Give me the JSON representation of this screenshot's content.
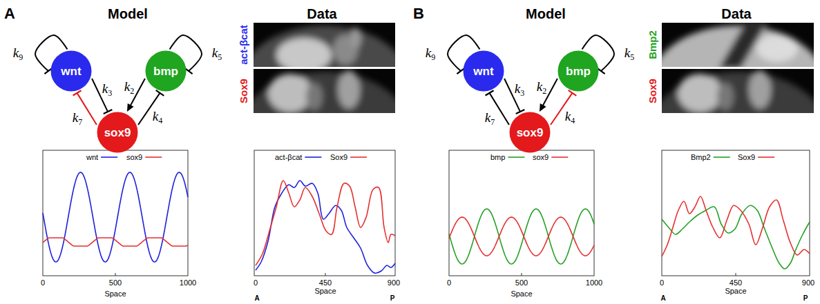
{
  "diagram": {
    "nodes": [
      {
        "text": [
          "wnt"
        ]
      },
      {
        "text": [
          "bmp"
        ]
      },
      {
        "text": [
          "sox9"
        ]
      },
      {
        "text": [
          "wnt"
        ]
      },
      {
        "text": [
          "bmp"
        ]
      },
      {
        "text": [
          "sox9"
        ]
      }
    ],
    "edges": [
      {
        "from": 0,
        "to": 0,
        "arrow": "to",
        "label": "k9"
      },
      {
        "from": 1,
        "to": 1,
        "arrow": "to",
        "label": "k5"
      },
      {
        "from": 0,
        "to": 2,
        "arrow": "to",
        "label": "k3"
      },
      {
        "from": 1,
        "to": 2,
        "arrow": "to",
        "label": "k2"
      },
      {
        "from": 2,
        "to": 0,
        "arrow": "to",
        "label": "k7"
      },
      {
        "from": 2,
        "to": 1,
        "arrow": "to",
        "label": "k4"
      },
      {
        "from": 3,
        "to": 3,
        "arrow": "to",
        "label": "k9"
      },
      {
        "from": 4,
        "to": 4,
        "arrow": "to",
        "label": "k5"
      },
      {
        "from": 3,
        "to": 5,
        "arrow": "to",
        "label": "k3"
      },
      {
        "from": 4,
        "to": 5,
        "arrow": "to",
        "label": "k2"
      },
      {
        "from": 5,
        "to": 3,
        "arrow": "to",
        "label": "k7"
      },
      {
        "from": 5,
        "to": 4,
        "arrow": "to",
        "label": "k4"
      }
    ],
    "labels": [
      "A",
      "Model",
      "Data",
      "act-βcat",
      "Sox9",
      "0",
      "500",
      "1000",
      "Space",
      "0",
      "450",
      "900",
      "Space",
      "A",
      "P",
      "B",
      "Model",
      "Data",
      "Bmp2",
      "Sox9",
      "0",
      "500",
      "1000",
      "Space",
      "0",
      "450",
      "900",
      "Space",
      "A",
      "P"
    ],
    "legend": [
      {
        "text": "wnt"
      },
      {
        "text": "sox9"
      },
      {
        "text": "act-βcat"
      },
      {
        "text": "Sox9"
      },
      {
        "text": "bmp"
      },
      {
        "text": "sox9"
      },
      {
        "text": "Bmp2"
      },
      {
        "text": "Sox9"
      }
    ]
  }
}
